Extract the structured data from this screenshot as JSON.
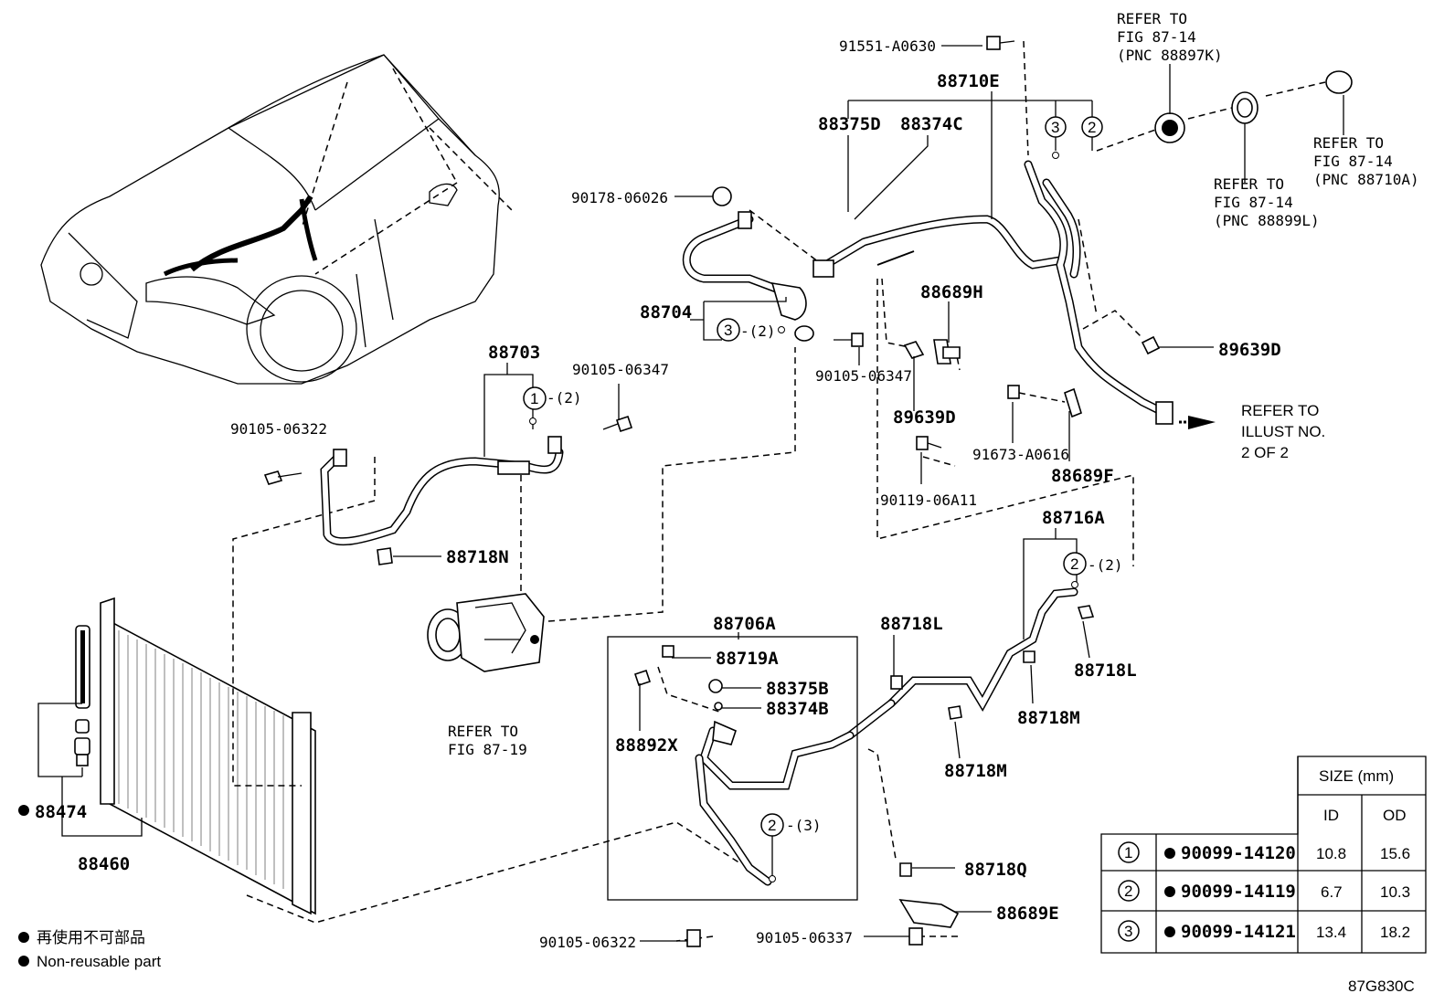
{
  "labels": {
    "p91551": "91551-A0630",
    "p88710E": "88710E",
    "p88375D": "88375D",
    "p88374C": "88374C",
    "refer_k_1": "REFER TO",
    "refer_k_2": "FIG 87-14",
    "refer_k_3": "(PNC 88897K)",
    "refer_a_1": "REFER TO",
    "refer_a_2": "FIG 87-14",
    "refer_a_3": "(PNC 88710A)",
    "refer_l_1": "REFER TO",
    "refer_l_2": "FIG 87-14",
    "refer_l_3": "(PNC 88899L)",
    "p90178": "90178-06026",
    "p88704": "88704",
    "p88704_qty": "-(2)",
    "p90105_06347a": "90105-06347",
    "p90105_06347b": "90105-06347",
    "p88689H": "88689H",
    "p89639D_a": "89639D",
    "p89639D_b": "89639D",
    "p88703": "88703",
    "p88703_qty": "-(2)",
    "p90105_06322a": "90105-06322",
    "p91673": "91673-A0616",
    "p88689F": "88689F",
    "refer_ill_1": "REFER TO",
    "refer_ill_2": "ILLUST NO.",
    "refer_ill_3": "2 OF 2",
    "p90119": "90119-06A11",
    "p88718N": "88718N",
    "p88716A": "88716A",
    "p88716A_qty": "-(2)",
    "p88706A": "88706A",
    "p88719A": "88719A",
    "p88375B": "88375B",
    "p88374B": "88374B",
    "p88892X": "88892X",
    "p88718L_a": "88718L",
    "p88718L_b": "88718L",
    "p88718M_a": "88718M",
    "p88718M_b": "88718M",
    "refer_19_1": "REFER TO",
    "refer_19_2": "FIG 87-19",
    "p88474": "88474",
    "p88460": "88460",
    "p88706A_qty": "-(3)",
    "p88718Q": "88718Q",
    "p88689E": "88689E",
    "p90105_06322b": "90105-06322",
    "p90105_06337": "90105-06337",
    "legend_jp": "再使用不可部品",
    "legend_en": "Non-reusable part",
    "figure_code": "87G830C"
  },
  "callouts": {
    "c1": "1",
    "c2": "2",
    "c3": "3"
  },
  "size_table": {
    "header_size": "SIZE (mm)",
    "header_id": "ID",
    "header_od": "OD",
    "rows": [
      {
        "ref": "1",
        "part": "90099-14120",
        "id": "10.8",
        "od": "15.6"
      },
      {
        "ref": "2",
        "part": "90099-14119",
        "id": "6.7",
        "od": "10.3"
      },
      {
        "ref": "3",
        "part": "90099-14121",
        "id": "13.4",
        "od": "18.2"
      }
    ]
  }
}
